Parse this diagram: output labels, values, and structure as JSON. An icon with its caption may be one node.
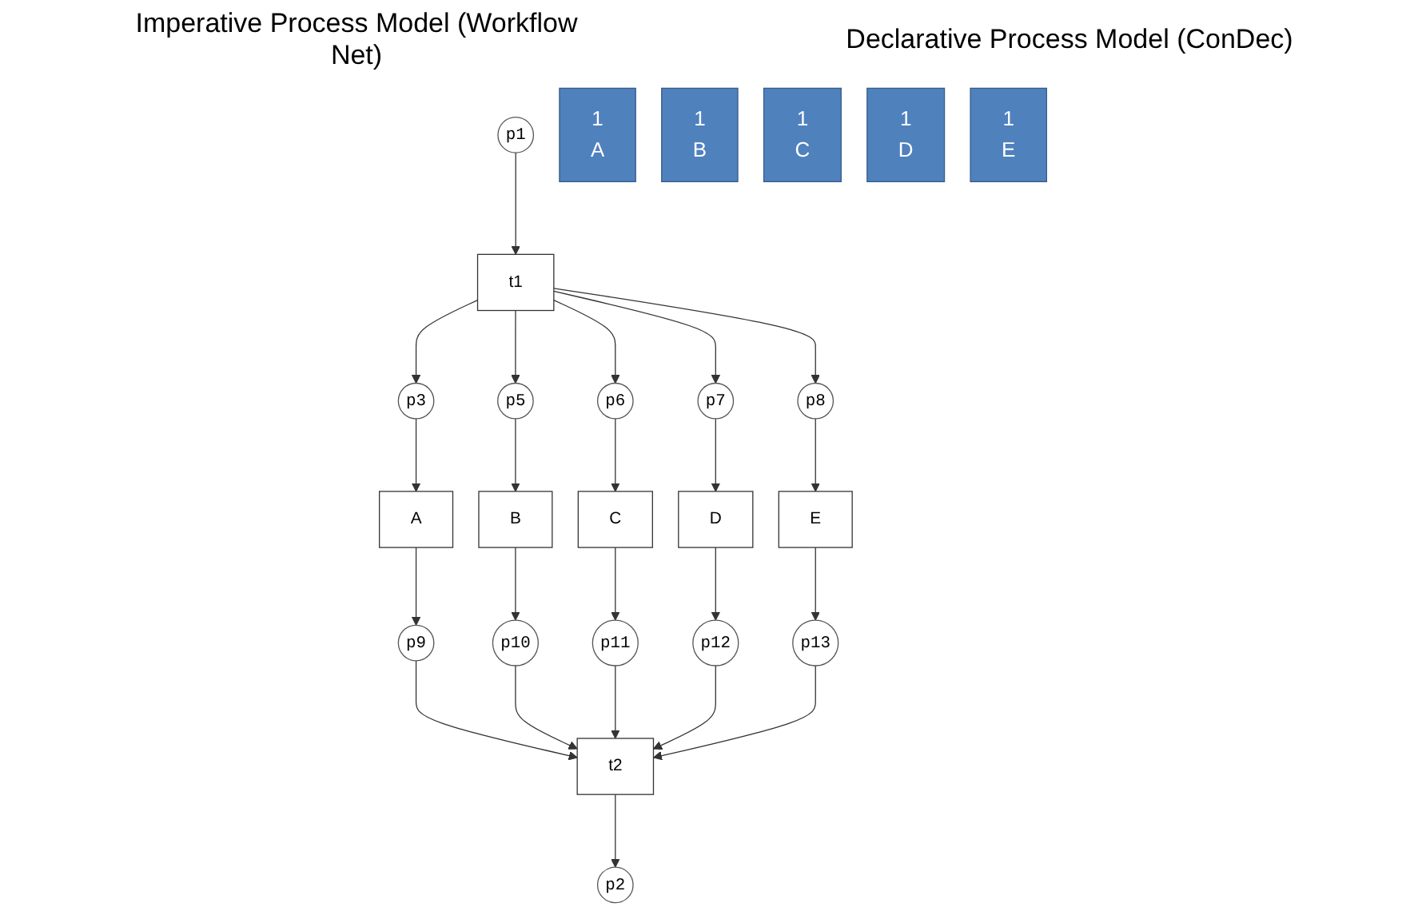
{
  "diagram": {
    "nodes": [
      {
        "text": [
          "p1"
        ]
      },
      {
        "text": [
          "t1"
        ]
      },
      {
        "text": [
          "p3"
        ]
      },
      {
        "text": [
          "p5"
        ]
      },
      {
        "text": [
          "p6"
        ]
      },
      {
        "text": [
          "p7"
        ]
      },
      {
        "text": [
          "p8"
        ]
      },
      {
        "text": [
          "A"
        ]
      },
      {
        "text": [
          "B"
        ]
      },
      {
        "text": [
          "C"
        ]
      },
      {
        "text": [
          "D"
        ]
      },
      {
        "text": [
          "E"
        ]
      },
      {
        "text": [
          "p9"
        ]
      },
      {
        "text": [
          "p10"
        ]
      },
      {
        "text": [
          "p11"
        ]
      },
      {
        "text": [
          "p12"
        ]
      },
      {
        "text": [
          "p13"
        ]
      },
      {
        "text": [
          "t2"
        ]
      },
      {
        "text": [
          "p2"
        ]
      },
      {
        "text": [
          "1",
          "A"
        ]
      },
      {
        "text": [
          "1",
          "B"
        ]
      },
      {
        "text": [
          "1",
          "C"
        ]
      },
      {
        "text": [
          "1",
          "D"
        ]
      },
      {
        "text": [
          "1",
          "E"
        ]
      }
    ],
    "edges": [
      {
        "from": 0,
        "to": 1,
        "arrow": "to"
      },
      {
        "from": 1,
        "to": 2,
        "arrow": "to"
      },
      {
        "from": 1,
        "to": 3,
        "arrow": "to"
      },
      {
        "from": 1,
        "to": 4,
        "arrow": "to"
      },
      {
        "from": 1,
        "to": 5,
        "arrow": "to"
      },
      {
        "from": 1,
        "to": 6,
        "arrow": "to"
      },
      {
        "from": 2,
        "to": 7,
        "arrow": "to"
      },
      {
        "from": 3,
        "to": 8,
        "arrow": "to"
      },
      {
        "from": 4,
        "to": 9,
        "arrow": "to"
      },
      {
        "from": 5,
        "to": 10,
        "arrow": "to"
      },
      {
        "from": 6,
        "to": 11,
        "arrow": "to"
      },
      {
        "from": 7,
        "to": 12,
        "arrow": "to"
      },
      {
        "from": 8,
        "to": 13,
        "arrow": "to"
      },
      {
        "from": 9,
        "to": 14,
        "arrow": "to"
      },
      {
        "from": 10,
        "to": 15,
        "arrow": "to"
      },
      {
        "from": 11,
        "to": 16,
        "arrow": "to"
      },
      {
        "from": 12,
        "to": 17,
        "arrow": "to"
      },
      {
        "from": 13,
        "to": 17,
        "arrow": "to"
      },
      {
        "from": 14,
        "to": 17,
        "arrow": "to"
      },
      {
        "from": 15,
        "to": 17,
        "arrow": "to"
      },
      {
        "from": 16,
        "to": 17,
        "arrow": "to"
      },
      {
        "from": 17,
        "to": 18,
        "arrow": "to"
      }
    ],
    "labels": [
      "Imperative Process Model (Workflow Net)",
      "Declarative Process Model (ConDec)"
    ]
  }
}
